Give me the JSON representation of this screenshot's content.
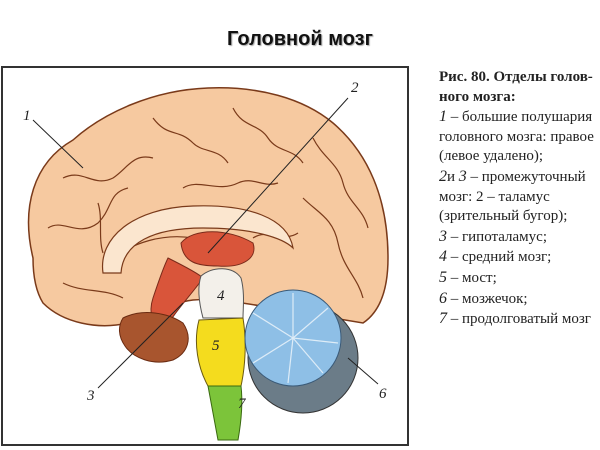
{
  "title": "Головной мозг",
  "figure": {
    "labels": [
      {
        "id": "1",
        "text": "1"
      },
      {
        "id": "2",
        "text": "2"
      },
      {
        "id": "3",
        "text": "3"
      },
      {
        "id": "4",
        "text": "4"
      },
      {
        "id": "5",
        "text": "5"
      },
      {
        "id": "6",
        "text": "6"
      },
      {
        "id": "7",
        "text": "7"
      }
    ],
    "colors": {
      "cortex": "#f6c9a0",
      "cortex_stroke": "#7a3a1a",
      "corpus_callosum": "#fbe6cf",
      "thalamus": "#d9553a",
      "midbrain": "#f3f0ea",
      "pons": "#f4dc1e",
      "medulla": "#7cc43a",
      "cerebellum": "#8ebfe6",
      "cerebellum_dark": "#6b7c88",
      "brainstem_brown": "#a8552e"
    }
  },
  "caption": {
    "heading": "Рис. 80. Отделы голов-ного мозга:",
    "items": [
      {
        "num": "1",
        "text": " – большие полушария головного мозга: правое (левое удалено);"
      },
      {
        "num": "2",
        "text": "и "
      },
      {
        "num": "3",
        "text": " – промежуточный мозг: 2 – таламус (зрительный бугор);"
      },
      {
        "num": "3",
        "text": " – гипоталамус;"
      },
      {
        "num": "4",
        "text": " – средний мозг;"
      },
      {
        "num": "5",
        "text": " – мост;"
      },
      {
        "num": "6",
        "text": " – мозжечок;"
      },
      {
        "num": "7",
        "text": " – продолговатый мозг"
      }
    ]
  }
}
